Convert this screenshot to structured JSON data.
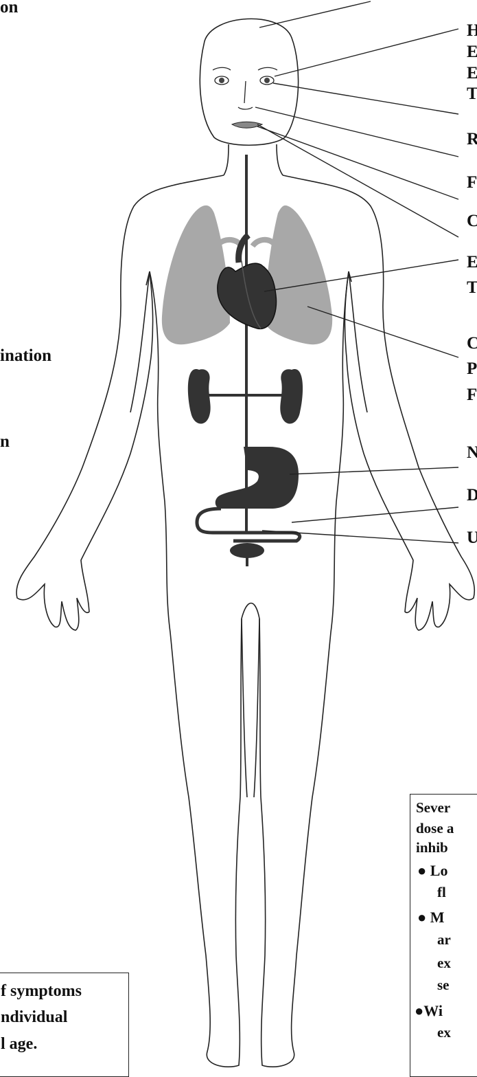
{
  "left_labels": [
    "on",
    "ination",
    "n"
  ],
  "right_labels": [
    "H",
    "E",
    "E",
    "T",
    "R",
    "F",
    "C",
    "E",
    "T",
    "C",
    "P",
    "F",
    "N",
    "D",
    "U"
  ],
  "left_box_lines": [
    "f symptoms",
    "ndividual",
    "l age."
  ],
  "right_box_lines": [
    "Sever",
    "dose a",
    "inhib",
    "● Lo",
    "fl",
    "● M",
    "ar",
    "ex",
    "se",
    "●Wi",
    "ex"
  ],
  "colors": {
    "organ_dark": "#333333",
    "lung_gray": "#a8a8a8",
    "outline": "#222222"
  }
}
